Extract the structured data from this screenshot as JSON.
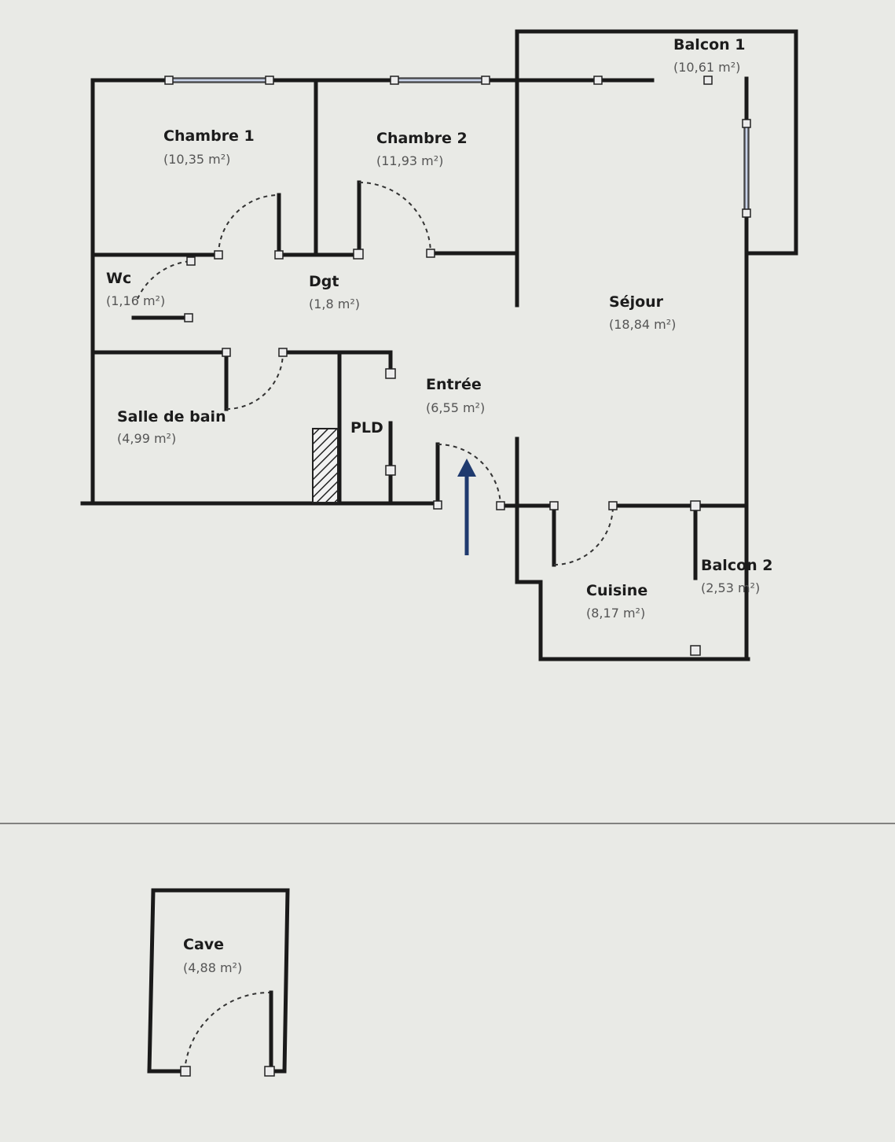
{
  "colors": {
    "paper": "#e9eae6",
    "wall": "#1a1a1a",
    "window": "#c9d3e8",
    "entry_arrow": "#1f3a6e"
  },
  "rooms": [
    {
      "id": "chambre-1",
      "name": "Chambre 1",
      "area": "(10,35 m²)"
    },
    {
      "id": "chambre-2",
      "name": "Chambre 2",
      "area": "(11,93 m²)"
    },
    {
      "id": "balcon-1",
      "name": "Balcon 1",
      "area": "(10,61 m²)"
    },
    {
      "id": "wc",
      "name": "Wc",
      "area": "(1,16 m²)"
    },
    {
      "id": "dgt",
      "name": "Dgt",
      "area": "(1,8 m²)"
    },
    {
      "id": "sejour",
      "name": "Séjour",
      "area": "(18,84 m²)"
    },
    {
      "id": "entree",
      "name": "Entrée",
      "area": "(6,55 m²)"
    },
    {
      "id": "salle-de-bain",
      "name": "Salle de bain",
      "area": "(4,99 m²)"
    },
    {
      "id": "pld",
      "name": "PLD",
      "area": ""
    },
    {
      "id": "balcon-2",
      "name": "Balcon 2",
      "area": "(2,53 m²)"
    },
    {
      "id": "cuisine",
      "name": "Cuisine",
      "area": "(8,17 m²)"
    },
    {
      "id": "cave",
      "name": "Cave",
      "area": "(4,88 m²)"
    }
  ],
  "icons": {
    "entry_arrow": "arrow-up-icon",
    "duct": "hatched-duct-icon"
  }
}
